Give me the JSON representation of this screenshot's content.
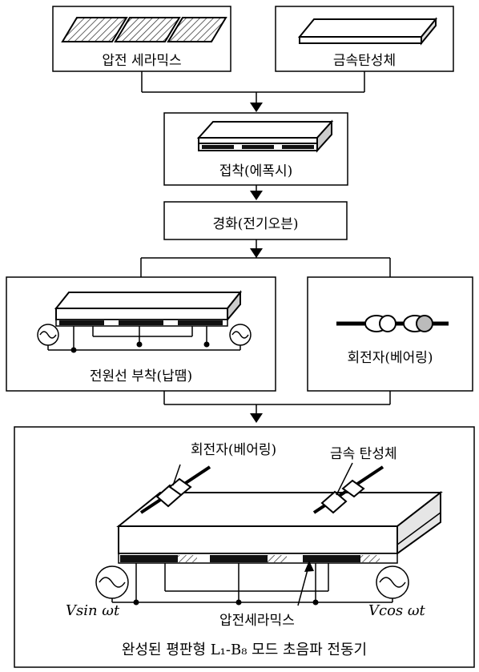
{
  "step1": {
    "left_label": "압전 세라믹스",
    "right_label": "금속탄성체"
  },
  "step2": {
    "label": "접착(에폭시)"
  },
  "step3": {
    "label": "경화(전기오븐)"
  },
  "step4": {
    "left_label": "전원선 부착(납땜)",
    "right_label": "회전자(베어링)"
  },
  "final": {
    "rotor_label": "회전자(베어링)",
    "metal_label": "금속 탄성체",
    "piezo_label": "압전세라믹스",
    "vsin_label": "Vsin ωt",
    "vcos_label": "Vcos ωt",
    "caption": "완성된 평판형 L₁-B₈ 모드 초음파 전동기"
  }
}
